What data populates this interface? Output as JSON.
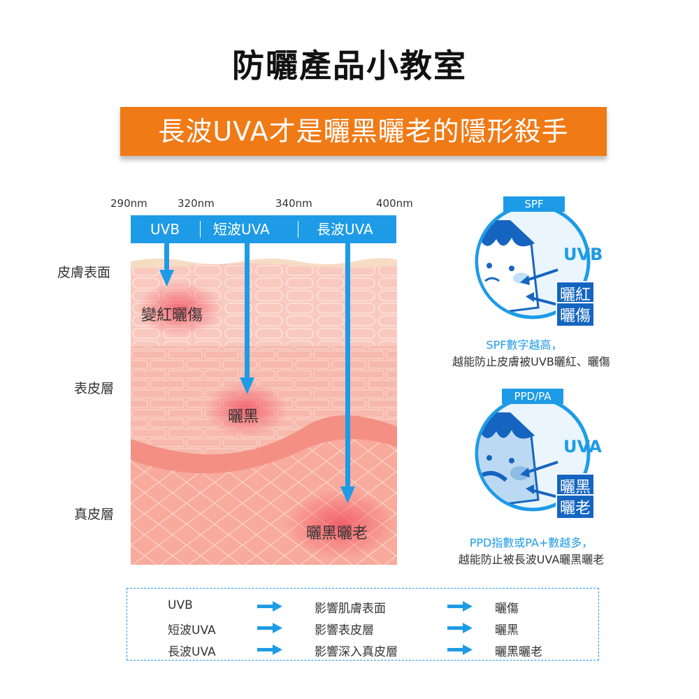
{
  "title": "防曬產品小教室",
  "banner": "長波UVA才是曬黑曬老的隱形殺手",
  "wavelengths": [
    "290nm",
    "320nm",
    "340nm",
    "400nm"
  ],
  "uv_bands": [
    "UVB",
    "短波UVA",
    "長波UVA"
  ],
  "layers": [
    "皮膚表面",
    "表皮層",
    "真皮層"
  ],
  "effects": [
    "變紅曬傷",
    "曬黑",
    "曬黑曬老"
  ],
  "spf_card": {
    "tag": "SPF",
    "ray": "UVB",
    "effect1": "曬紅",
    "effect2": "曬傷",
    "caption1": "SPF數字越高，",
    "caption2": "越能防止皮膚被UVB曬紅、曬傷"
  },
  "ppd_card": {
    "tag": "PPD/PA",
    "ray": "UVA",
    "effect1": "曬黑",
    "effect2": "曬老",
    "caption1": "PPD指數或PA+數越多，",
    "caption2": "越能防止被長波UVA曬黑曬老"
  },
  "legend": [
    {
      "ray": "UVB",
      "target": "影響肌膚表面",
      "result": "曬傷"
    },
    {
      "ray": "短波UVA",
      "target": "影響表皮層",
      "result": "曬黑"
    },
    {
      "ray": "長波UVA",
      "target": "影響深入真皮層",
      "result": "曬黑曬老"
    }
  ],
  "colors": {
    "accent_orange": "#ef7a16",
    "uv_blue": "#1e9be6",
    "dark_blue": "#1565c0",
    "skin_pink": "#f6b3a7"
  }
}
